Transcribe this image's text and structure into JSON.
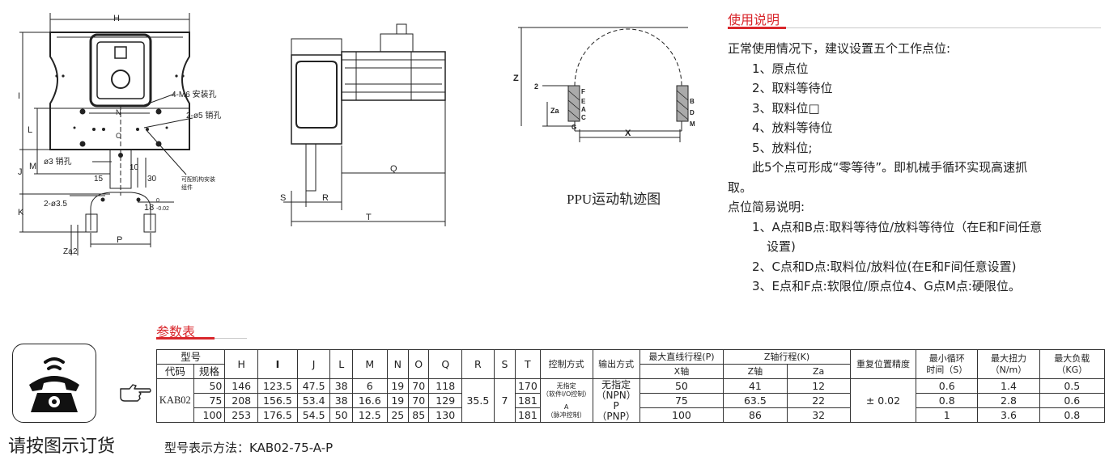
{
  "drawing": {
    "front_labels": {
      "H": "H",
      "I": "I",
      "L": "L",
      "J": "J",
      "K": "K",
      "M": "M",
      "N": "N",
      "O": "O",
      "P": "P",
      "Za": "Za",
      "two": "2",
      "m6": "4-M6 安装孔",
      "pin5": "2-ø5 销孔",
      "pin3": "ø3 销孔",
      "pin35": "2-ø3.5",
      "dim15": "15",
      "dim10": "10",
      "dim30": "30",
      "dim18": "18",
      "tol": "0",
      "tol2": "-0.02",
      "fit_line1": "可配机构安装",
      "fit_line2": "组件"
    },
    "side_labels": {
      "Q": "Q",
      "T": "T",
      "S": "S",
      "R": "R"
    },
    "ppu_labels": {
      "Z": "Z",
      "X": "X",
      "Za": "Za",
      "two": "2",
      "F": "F",
      "E": "E",
      "A": "A",
      "C": "C",
      "M": "M",
      "G": "G",
      "B": "B",
      "D": "D"
    },
    "ppu_caption": "PPU运动轨迹图"
  },
  "usage": {
    "title": "使用说明",
    "intro": "正常使用情况下，建议设置五个工作点位:",
    "points": [
      "1、原点位",
      "2、取料等待位",
      "3、取料位□",
      "4、放料等待位",
      "5、放料位;"
    ],
    "summary1": "此5个点可形成“零等待”。即机械手循环实现高速抓",
    "summary2": "取。",
    "brief_title": "点位简易说明:",
    "brief1a": "1、A点和B点:取料等待位/放料等待位（在E和F间任意",
    "brief1b": "设置)",
    "brief2": "2、C点和D点:取料位/放料位(在E和F间任意设置)",
    "brief3": "3、E点和F点:软限位/原点位4、G点M点:硬限位。"
  },
  "order": {
    "text": "请按图示订货",
    "phone_icon": "phone-icon",
    "hand_icon": "pointing-hand-icon"
  },
  "table": {
    "title": "参数表",
    "h_model": "型号",
    "h_code": "代码",
    "h_spec": "规格",
    "cols": [
      "H",
      "I",
      "J",
      "L",
      "M",
      "N",
      "O",
      "Q",
      "R",
      "S",
      "T"
    ],
    "h_control": "控制方式",
    "h_output": "输出方式",
    "h_stroke": "最大直线行程(P)",
    "h_stroke_x": "X轴",
    "h_zstroke": "Z轴行程(K)",
    "h_z": "Z轴",
    "h_za": "Za",
    "h_repeat": "重复位置精度",
    "h_cycle1": "最小循环",
    "h_cycle2": "时间（S）",
    "h_torque1": "最大扭力",
    "h_torque2": "（N/m）",
    "h_load1": "最大负载",
    "h_load2": "（KG）",
    "code": "KAB02",
    "rows": [
      {
        "spec": "50",
        "H": "146",
        "I": "123.5",
        "J": "47.5",
        "L": "38",
        "M": "6",
        "N": "19",
        "O": "70",
        "Q": "118",
        "T": "170",
        "X": "50",
        "Z": "41",
        "Za": "12",
        "cycle": "0.6",
        "torque": "1.4",
        "load": "0.5"
      },
      {
        "spec": "75",
        "H": "208",
        "I": "156.5",
        "J": "53.4",
        "L": "38",
        "M": "16.6",
        "N": "19",
        "O": "70",
        "Q": "129",
        "T": "181",
        "X": "75",
        "Z": "63.5",
        "Za": "22",
        "cycle": "0.8",
        "torque": "2.8",
        "load": "0.6"
      },
      {
        "spec": "100",
        "H": "253",
        "I": "176.5",
        "J": "54.5",
        "L": "50",
        "M": "12.5",
        "N": "25",
        "O": "85",
        "Q": "130",
        "T": "181",
        "X": "100",
        "Z": "86",
        "Za": "32",
        "cycle": "1",
        "torque": "3.6",
        "load": "0.8"
      }
    ],
    "R": "35.5",
    "S": "7",
    "ctrl1": "无指定",
    "ctrl2": "（软件I/O控制）",
    "ctrl3": "A",
    "ctrl4": "（脉冲控制）",
    "out1": "无指定",
    "out2": "（NPN）",
    "out3": "P",
    "out4": "（PNP）",
    "repeat": "± 0.02",
    "model_example": "型号表示方法：KAB02-75-A-P"
  }
}
